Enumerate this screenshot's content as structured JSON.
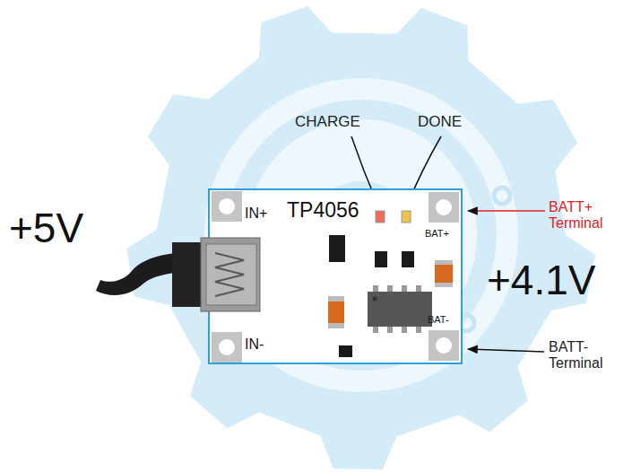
{
  "diagram": {
    "nodes": [
      {
        "text": [
          "IN+",
          "TP4056",
          "BAT+",
          "BAT-",
          "IN-"
        ]
      }
    ],
    "labels": [
      "+5V",
      "CHARGE",
      "DONE",
      "BATT+ Terminal",
      "+4.1V",
      "BATT- Terminal"
    ]
  }
}
